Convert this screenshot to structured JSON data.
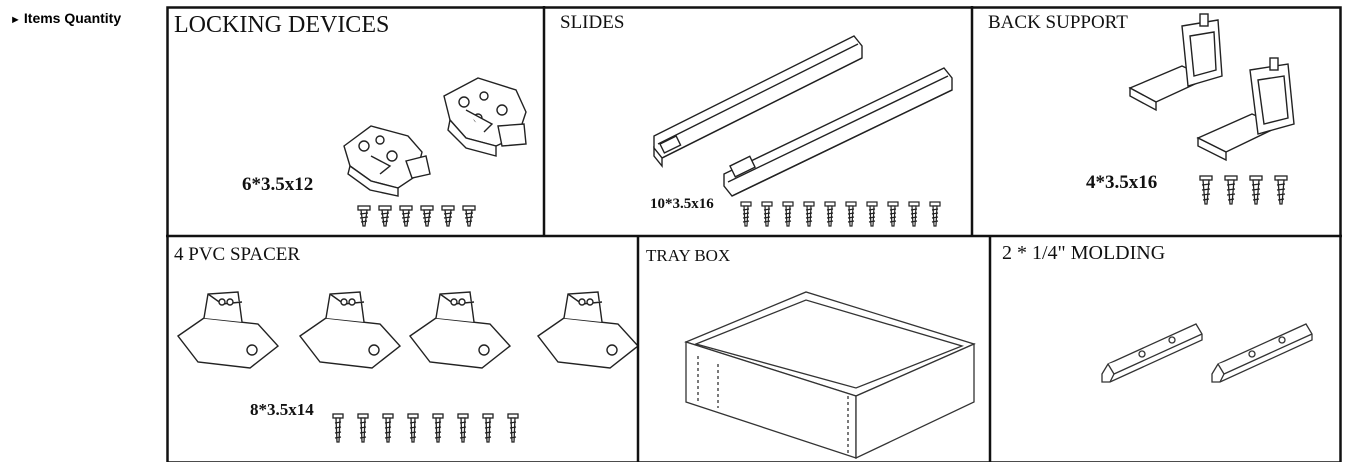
{
  "section": {
    "arrow": "►",
    "title": "Items Quantity"
  },
  "panels": {
    "locking_devices": {
      "title": "LOCKING DEVICES",
      "screws": "6*3.5x12"
    },
    "slides": {
      "title": "SLIDES",
      "screws": "10*3.5x16"
    },
    "back_support": {
      "title": "BACK SUPPORT",
      "screws": "4*3.5x16"
    },
    "pvc_spacer": {
      "title": "4 PVC SPACER",
      "screws": "8*3.5x14"
    },
    "tray_box": {
      "title": "TRAY BOX"
    },
    "molding": {
      "title": "2 * 1/4\" MOLDING"
    }
  }
}
